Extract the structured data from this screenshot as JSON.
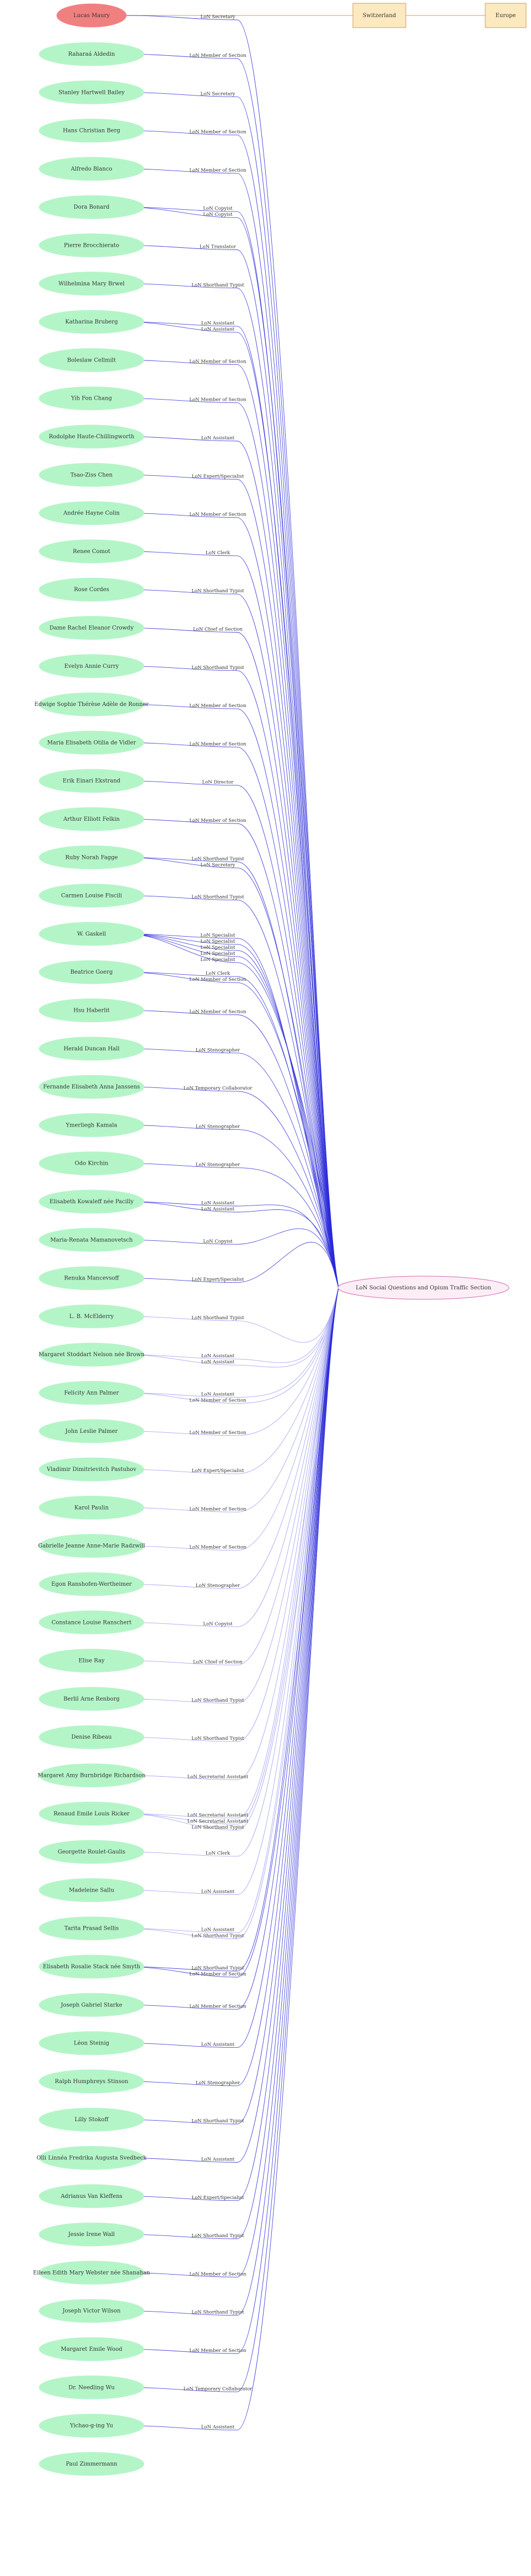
{
  "colors": {
    "person_fill": "#b4f5c8",
    "highlight_fill": "#f08080",
    "place_fill": "#fde9c0",
    "place_stroke": "#c9a24a",
    "org_fill": "#fdeef6",
    "org_stroke": "#d36ab7",
    "edge": "#2a2ad8",
    "edge_light": "#9a9af0"
  },
  "graph": {
    "highlight": {
      "id": "lucas",
      "label": "Lucas Maury"
    },
    "place_chain": [
      {
        "id": "switzerland",
        "label": "Switzerland"
      },
      {
        "id": "europe",
        "label": "Europe"
      }
    ],
    "org": {
      "id": "section",
      "label": "LoN Social Questions and Opium Traffic Section"
    },
    "people": [
      {
        "label": "Raharaá Aldedin",
        "roles": [
          "LoN Member of Section"
        ]
      },
      {
        "label": "Stanley Hartwell Bailey",
        "roles": [
          "LoN Secretary"
        ]
      },
      {
        "label": "Hans Christian Berg",
        "roles": [
          "LoN Member of Section"
        ]
      },
      {
        "label": "Alfredo Blanco",
        "roles": [
          "LoN Member of Section"
        ]
      },
      {
        "label": "Dora Bonard",
        "roles": [
          "LoN Copyist",
          "LoN Copyist"
        ]
      },
      {
        "label": "Pierre Brocchierato",
        "roles": [
          "LoN Translator"
        ]
      },
      {
        "label": "Wilhelmina Mary Brwel",
        "roles": [
          "LoN Shorthand Typist"
        ]
      },
      {
        "label": "Katharina Bruberg",
        "roles": [
          "LoN Assistant",
          "LoN Assistant"
        ]
      },
      {
        "label": "Boleslaw Cellmilt",
        "roles": [
          "LoN Member of Section"
        ]
      },
      {
        "label": "Yih Fon Chang",
        "roles": [
          "LoN Member of Section"
        ]
      },
      {
        "label": "Rodolphe Haute-Chillingworth",
        "roles": [
          "LoN Assistant"
        ]
      },
      {
        "label": "Tsao-Ziss Chen",
        "roles": [
          "LoN Expert/Specialist"
        ]
      },
      {
        "label": "Andrée Hayne Colin",
        "roles": [
          "LoN Member of Section"
        ]
      },
      {
        "label": "Renee Comot",
        "roles": [
          "LoN Clerk"
        ]
      },
      {
        "label": "Rose Cordes",
        "roles": [
          "LoN Shorthand Typist"
        ]
      },
      {
        "label": "Dame Rachel Eleanor Crowdy",
        "roles": [
          "LoN Chief of Section"
        ]
      },
      {
        "label": "Evelyn Annie Curry",
        "roles": [
          "LoN Shorthand Typist"
        ]
      },
      {
        "label": "Edwige Sophie Thérèse Adèle de Ronner",
        "roles": [
          "LoN Member of Section"
        ]
      },
      {
        "label": "Maria Elisabeth Otilia de Vidler",
        "roles": [
          "LoN Member of Section"
        ]
      },
      {
        "label": "Erik Einari Ekstrand",
        "roles": [
          "LoN Director"
        ]
      },
      {
        "label": "Arthur Elliott Felkin",
        "roles": [
          "LoN Member of Section"
        ]
      },
      {
        "label": "Ruby Norah Fagge",
        "roles": [
          "LoN Shorthand Typist",
          "LoN Secretary"
        ]
      },
      {
        "label": "Carmen Louise Fiscili",
        "roles": [
          "LoN Shorthand Typist"
        ]
      },
      {
        "label": "W. Gaskell",
        "roles": [
          "LoN Specialist",
          "LoN Specialist",
          "LoN Specialist",
          "LoN Specialist",
          "LoN Specialist"
        ]
      },
      {
        "label": "Beatrice Goerg",
        "roles": [
          "LoN Clerk",
          "LoN Member of Section"
        ]
      },
      {
        "label": "Hsu Haberlit",
        "roles": [
          "LoN Member of Section"
        ]
      },
      {
        "label": "Herald Duncan Hall",
        "roles": [
          "LoN Stenographer"
        ]
      },
      {
        "label": "Fernande Elisabeth Anna Janssens",
        "roles": [
          "LoN Temporary Collaborator"
        ]
      },
      {
        "label": "Ymerliegh Kamala",
        "roles": [
          "LoN Stenographer"
        ]
      },
      {
        "label": "Odo Kirchin",
        "roles": [
          "LoN Stenographer"
        ]
      },
      {
        "label": "Elisabeth Kowaleff née Pacilly",
        "roles": [
          "LoN Assistant",
          "LoN Assistant"
        ]
      },
      {
        "label": "Maria-Renata Mamanovetsch",
        "roles": [
          "LoN Copyist"
        ]
      },
      {
        "label": "Renuka Mancevsoff",
        "roles": [
          "LoN Expert/Specialist"
        ]
      },
      {
        "label": "L. B. McElderry",
        "roles": [
          "LoN Shorthand Typist"
        ]
      },
      {
        "label": "Margaret Stoddart Nelson née Brown",
        "roles": [
          "LoN Assistant",
          "LoN Assistant"
        ]
      },
      {
        "label": "Felicity Ann Palmer",
        "roles": [
          "LoN Assistant",
          "LoN Member of Section"
        ]
      },
      {
        "label": "John Leslie Palmer",
        "roles": [
          "LoN Member of Section"
        ]
      },
      {
        "label": "Vladimir Dimitrievitch Pastuhov",
        "roles": [
          "LoN Expert/Specialist"
        ]
      },
      {
        "label": "Karol Paulin",
        "roles": [
          "LoN Member of Section"
        ]
      },
      {
        "label": "Gabrielle Jeanne Anne-Marie Radzwill",
        "roles": [
          "LoN Member of Section"
        ]
      },
      {
        "label": "Egon Ranshofen-Wertheimer",
        "roles": [
          "LoN Stenographer"
        ]
      },
      {
        "label": "Constance Louise Ranschert",
        "roles": [
          "LoN Copyist"
        ]
      },
      {
        "label": "Elise Ray",
        "roles": [
          "LoN Chief of Section"
        ]
      },
      {
        "label": "Berlil Arne Renborg",
        "roles": [
          "LoN Shorthand Typist"
        ]
      },
      {
        "label": "Denise Ribeau",
        "roles": [
          "LoN Shorthand Typist"
        ]
      },
      {
        "label": "Margaret Amy Burnbridge Richardson",
        "roles": [
          "LoN Secretarial Assistant"
        ]
      },
      {
        "label": "Renaud Emile Louis Ricker",
        "roles": [
          "LoN Secretarial Assistant",
          "LoN Secretarial Assistant",
          "LoN Shorthand Typist"
        ]
      },
      {
        "label": "Georgette Roulet-Gaulis",
        "roles": [
          "LoN Clerk"
        ]
      },
      {
        "label": "Madeleine Sallu",
        "roles": [
          "LoN Assistant"
        ]
      },
      {
        "label": "Tarita Prasad Sellis",
        "roles": [
          "LoN Assistant",
          "LoN Shorthand Typist"
        ]
      },
      {
        "label": "Elisabeth Rosalie Stack née Smyth",
        "roles": [
          "LoN Shorthand Typist",
          "LoN Member of Section"
        ]
      },
      {
        "label": "Joseph Gabriel Starke",
        "roles": [
          "LoN Member of Section"
        ]
      },
      {
        "label": "Léon Steinig",
        "roles": [
          "LoN Assistant"
        ]
      },
      {
        "label": "Ralph Humphreys Stinson",
        "roles": [
          "LoN Stenographer"
        ]
      },
      {
        "label": "Lilly Stokoff",
        "roles": [
          "LoN Shorthand Typist"
        ]
      },
      {
        "label": "Olli Linnéa Fredrika Augusta Svedbeck",
        "roles": [
          "LoN Assistant"
        ]
      },
      {
        "label": "Adrianus Van Kleffens",
        "roles": [
          "LoN Expert/Specialist"
        ]
      },
      {
        "label": "Jessie Irene Wall",
        "roles": [
          "LoN Shorthand Typist"
        ]
      },
      {
        "label": "Eileen Edith Mary Webster née Shanahan",
        "roles": [
          "LoN Member of Section"
        ]
      },
      {
        "label": "Joseph Victor Wilson",
        "roles": [
          "LoN Shorthand Typist"
        ]
      },
      {
        "label": "Margaret Emile Wood",
        "roles": [
          "LoN Member of Section"
        ]
      },
      {
        "label": "Dr. Needling Wu",
        "roles": [
          "LoN Temporary Collaborator"
        ]
      },
      {
        "label": "Yichao-g-ing Yu",
        "roles": [
          "LoN Assistant"
        ]
      },
      {
        "label": "Paul Zimmermann",
        "roles": []
      }
    ],
    "lucas_role": "LoN Secretary"
  }
}
